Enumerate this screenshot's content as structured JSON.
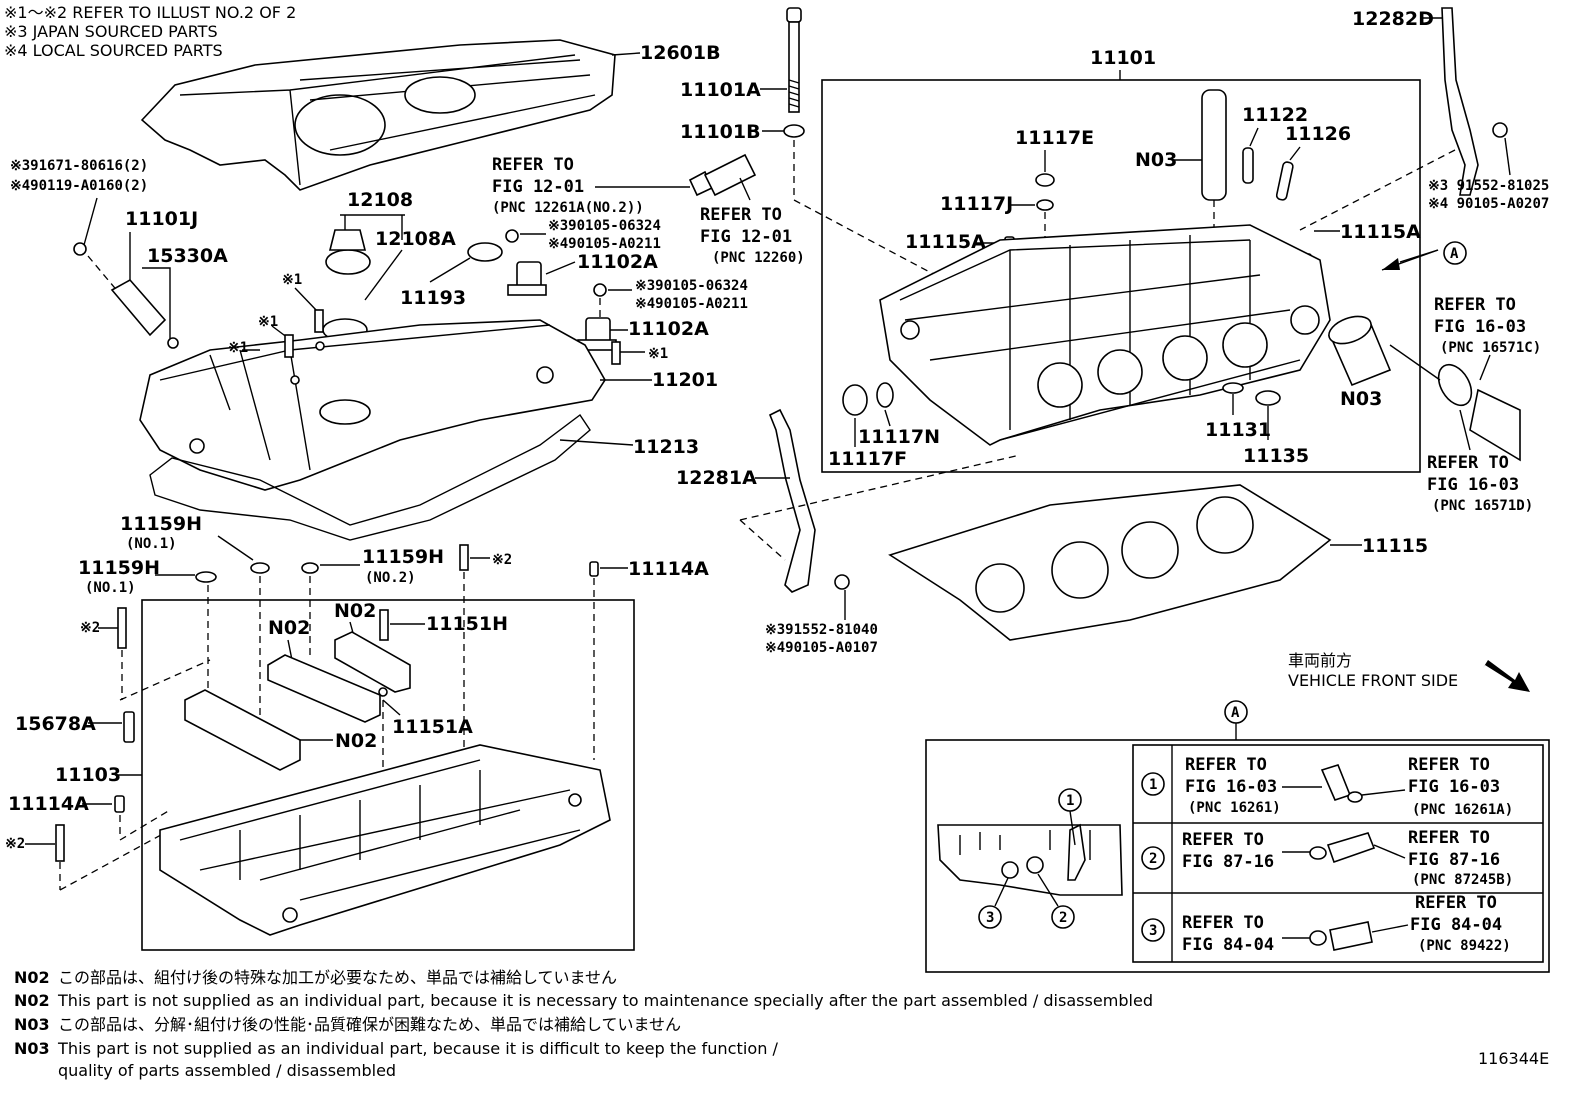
{
  "header_notes": [
    "※1～※2  REFER TO ILLUST NO.2 OF 2",
    "※3 JAPAN SOURCED PARTS",
    "※4 LOCAL SOURCED PARTS"
  ],
  "parts": {
    "p12601B": "12601B",
    "p11101A": "11101A",
    "p11101B": "11101B",
    "p11101": "11101",
    "p12282D": "12282D",
    "bolt_left_3": "※391671-80616(2)",
    "bolt_left_4": "※490119-A0160(2)",
    "p11101J": "11101J",
    "p15330A": "15330A",
    "p12108": "12108",
    "p12108A": "12108A",
    "p11193": "11193",
    "screw_a_3": "※390105-06324",
    "screw_a_4": "※490105-A0211",
    "p11102A_1": "11102A",
    "screw_b_3": "※390105-06324",
    "screw_b_4": "※490105-A0211",
    "p11102A_2": "11102A",
    "p11201": "11201",
    "p11213": "11213",
    "mark1_a": "※1",
    "mark1_b": "※1",
    "mark1_c": "※1",
    "mark1_d": "※1",
    "p11117E": "11117E",
    "p11117J": "11117J",
    "p11115A_l": "11115A",
    "p11115A_r": "11115A",
    "n03_top": "N03",
    "p11122": "11122",
    "p11126": "11126",
    "p11117N": "11117N",
    "p11117F": "11117F",
    "n03_right": "N03",
    "p11131": "11131",
    "p11135": "11135",
    "p12281A": "12281A",
    "p11115": "11115",
    "bolt_bottom_3": "※391552-81040",
    "bolt_bottom_4": "※490105-A0107",
    "bolt_right_3": "※3 91552-81025",
    "bolt_right_4": "※4 90105-A0207",
    "p11159H_1": "11159H",
    "p11159H_1_sub": "(NO.1)",
    "p11159H_2": "11159H",
    "p11159H_2_sub": "(NO.1)",
    "p11159H_3": "11159H",
    "p11159H_3_sub": "(NO.2)",
    "mark2_a": "※2",
    "mark2_b": "※2",
    "mark2_c": "※2",
    "p11114A_1": "11114A",
    "p11114A_2": "11114A",
    "n02_a": "N02",
    "n02_b": "N02",
    "n02_c": "N02",
    "p11151H": "11151H",
    "p11151A": "11151A",
    "p15678A": "15678A",
    "p11103": "11103",
    "circle_a": "A"
  },
  "refs": {
    "fig1201_a": [
      "REFER TO",
      "FIG 12-01",
      "(PNC 12261A(NO.2))"
    ],
    "fig1201_b": [
      "REFER TO",
      "FIG 12-01",
      "(PNC 12260)"
    ],
    "fig1603_top": [
      "REFER TO",
      "FIG 16-03",
      "(PNC 16571C)"
    ],
    "fig1603_bot": [
      "REFER TO",
      "FIG 16-03",
      "(PNC 16571D)"
    ]
  },
  "vehicle_front": {
    "jp": "車両前方",
    "en": "VEHICLE FRONT SIDE"
  },
  "detail_table": {
    "title": "A",
    "rows": [
      {
        "num": "1",
        "left": [
          "REFER TO",
          "FIG 16-03",
          "(PNC 16261)"
        ],
        "right": [
          "REFER TO",
          "FIG 16-03",
          "(PNC 16261A)"
        ]
      },
      {
        "num": "2",
        "left": [
          "REFER TO",
          "FIG 87-16",
          ""
        ],
        "right": [
          "REFER TO",
          "FIG 87-16",
          "(PNC 87245B)"
        ]
      },
      {
        "num": "3",
        "left": [
          "REFER TO",
          "FIG 84-04",
          ""
        ],
        "right": [
          "REFER TO",
          "FIG 84-04",
          "(PNC 89422)"
        ]
      }
    ],
    "callouts": [
      "1",
      "3",
      "2"
    ]
  },
  "footnotes": [
    {
      "code": "N02",
      "text": "この部品は、組付け後の特殊な加工が必要なため、単品では補給していません"
    },
    {
      "code": "N02",
      "text": "This part is not supplied as an individual part, because it is necessary to maintenance specially after the part assembled / disassembled"
    },
    {
      "code": "N03",
      "text": "この部品は、分解･組付け後の性能･品質確保が困難なため、単品では補給していません"
    },
    {
      "code": "N03",
      "text": "This part is not supplied as an individual part, because it is difficult to keep the function /"
    },
    {
      "code": "",
      "text": "quality of parts  assembled / disassembled"
    }
  ],
  "figure_id": "116344E"
}
